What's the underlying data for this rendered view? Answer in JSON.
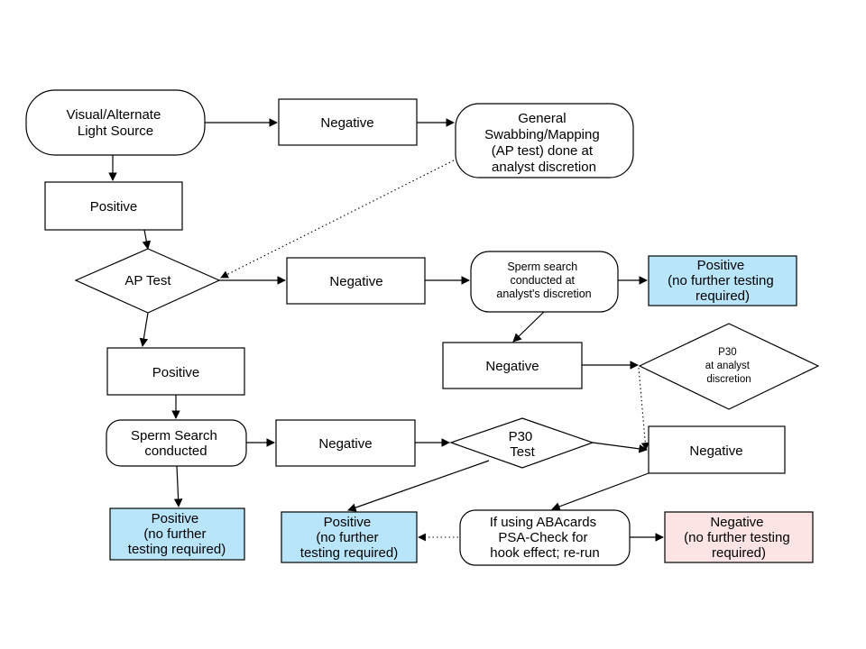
{
  "nodes": {
    "visual_light": {
      "lines": [
        "Visual/Alternate",
        "Light Source"
      ]
    },
    "neg_1": {
      "lines": [
        "Negative"
      ]
    },
    "general_swab": {
      "lines": [
        "General",
        "Swabbing/Mapping",
        "(AP test) done at",
        "analyst discretion"
      ]
    },
    "pos_1": {
      "lines": [
        "Positive"
      ]
    },
    "ap_test": {
      "lines": [
        "AP Test"
      ]
    },
    "neg_2": {
      "lines": [
        "Negative"
      ]
    },
    "sperm_search_disc": {
      "lines": [
        "Sperm search",
        "conducted at",
        "analyst's discretion"
      ]
    },
    "pos_blue_top": {
      "lines": [
        "Positive",
        "(no further testing",
        "required)"
      ]
    },
    "neg_3": {
      "lines": [
        "Negative"
      ]
    },
    "p30_disc": {
      "lines": [
        "P30",
        "at analyst",
        "discretion"
      ]
    },
    "pos_2": {
      "lines": [
        "Positive"
      ]
    },
    "sperm_search": {
      "lines": [
        "Sperm Search",
        "conducted"
      ]
    },
    "neg_4": {
      "lines": [
        "Negative"
      ]
    },
    "p30_test": {
      "lines": [
        "P30",
        "Test"
      ]
    },
    "neg_5": {
      "lines": [
        "Negative"
      ]
    },
    "pos_blue_left": {
      "lines": [
        "Positive",
        "(no further",
        "testing required)"
      ]
    },
    "pos_blue_mid": {
      "lines": [
        "Positive",
        "(no further",
        "testing required)"
      ]
    },
    "abacards": {
      "lines": [
        "If using ABAcards",
        "PSA-Check for",
        "hook effect; re-run"
      ]
    },
    "neg_pink": {
      "lines": [
        "Negative",
        "(no further testing",
        "required)"
      ]
    }
  },
  "colors": {
    "positive_fill": "#b9e5fb",
    "negative_final_fill": "#fde4e4",
    "stroke": "#000000"
  }
}
